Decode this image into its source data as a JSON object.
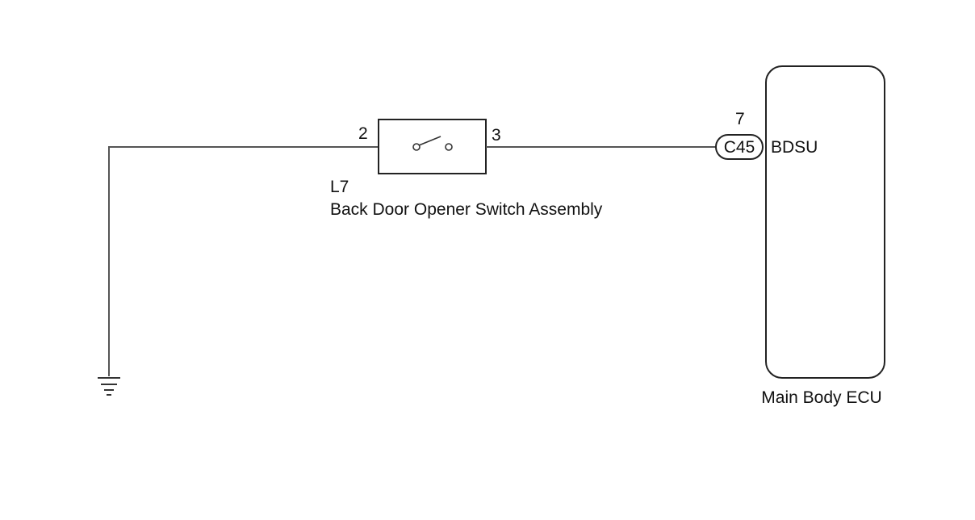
{
  "switch": {
    "pin_left": "2",
    "pin_right": "3",
    "code": "L7",
    "name": "Back Door Opener Switch Assembly"
  },
  "connector": {
    "id": "C45",
    "pin": "7",
    "signal": "BDSU"
  },
  "ecu": {
    "name": "Main Body ECU"
  }
}
